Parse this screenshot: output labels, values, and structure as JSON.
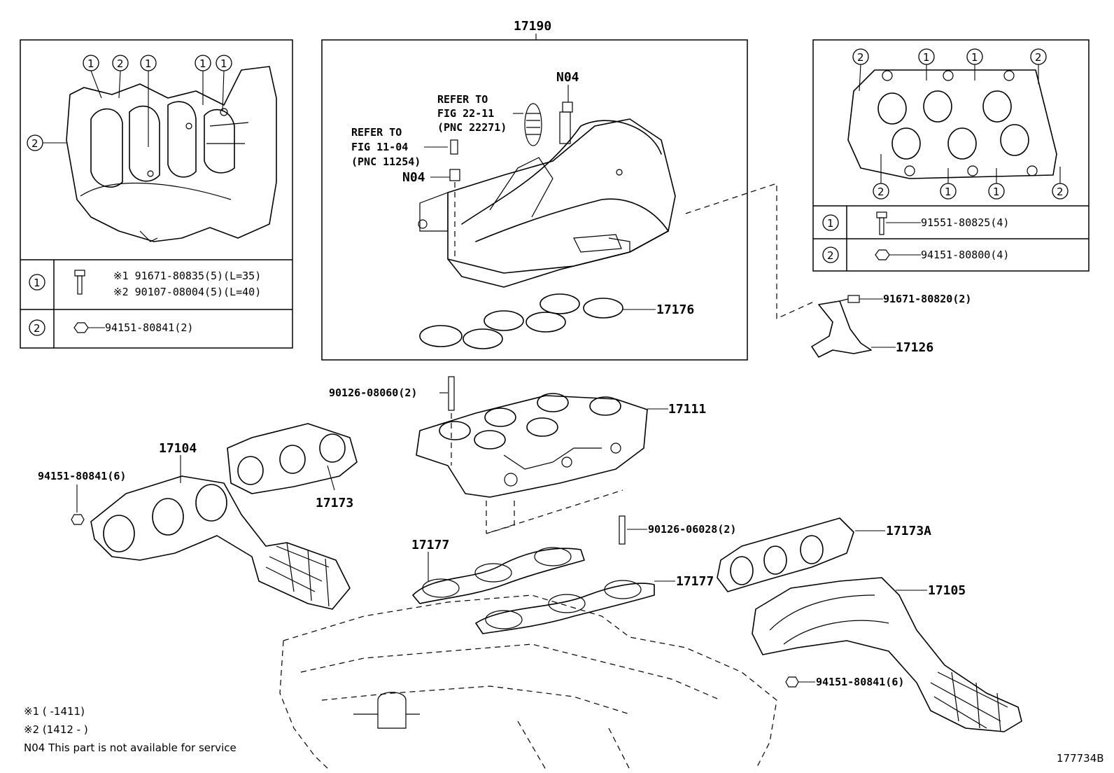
{
  "diagram_id": "177734B",
  "labels": {
    "p17190": "17190",
    "p17176": "17176",
    "p17126": "17126",
    "p17111": "17111",
    "p17104": "17104",
    "p17173": "17173",
    "p17173A": "17173A",
    "p17177a": "17177",
    "p17177b": "17177",
    "p17105": "17105",
    "n04a": "N04",
    "n04b": "N04"
  },
  "refs": {
    "ref1": [
      "REFER TO",
      "FIG 22-11",
      "(PNC 22271)"
    ],
    "ref2": [
      "REFER TO",
      "FIG 11-04",
      "(PNC 11254)"
    ]
  },
  "callouts": {
    "stud1": "90126-08060(2)",
    "stud2": "90126-06028(2)",
    "nut_left": "94151-80841(6)",
    "nut_right": "94151-80841(6)",
    "bolt_bracket": "91671-80820(2)"
  },
  "left_panel": {
    "markers_top": [
      "1",
      "2",
      "1",
      "1",
      "1"
    ],
    "marker_side": "2",
    "row1_key": "1",
    "row1_lines": [
      "※1 91671-80835(5)(L=35)",
      "※2 90107-08004(5)(L=40)"
    ],
    "row2_key": "2",
    "row2_text": "94151-80841(2)"
  },
  "right_panel": {
    "markers_top": [
      "2",
      "1",
      "1",
      "2"
    ],
    "markers_bottom": [
      "2",
      "1",
      "1",
      "2"
    ],
    "row1_key": "1",
    "row1_text": "91551-80825(4)",
    "row2_key": "2",
    "row2_text": "94151-80800(4)"
  },
  "notes": {
    "n1": "※1 (        -1411)",
    "n2": "※2 (1412 -        )",
    "n3": "N04 This part is not available for service"
  }
}
